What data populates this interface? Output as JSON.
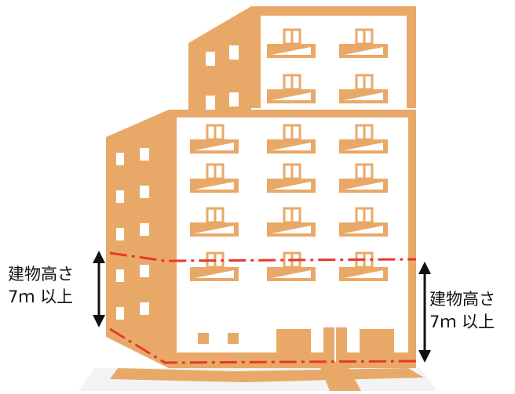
{
  "colors": {
    "building": "#E8A968",
    "building_dark": "#C8874A",
    "facade": "#FFFFFF",
    "floor_band": "#FDFAF7",
    "height_line": "#E8372C",
    "arrow": "#111111"
  },
  "annotations": {
    "left": {
      "line1": "建物高さ",
      "line2": "7ｍ 以上"
    },
    "right": {
      "line1": "建物高さ",
      "line2": "7ｍ 以上"
    }
  },
  "icons": {
    "building": "apartment-building-icon",
    "height_arrow": "double-headed-arrow-icon"
  }
}
